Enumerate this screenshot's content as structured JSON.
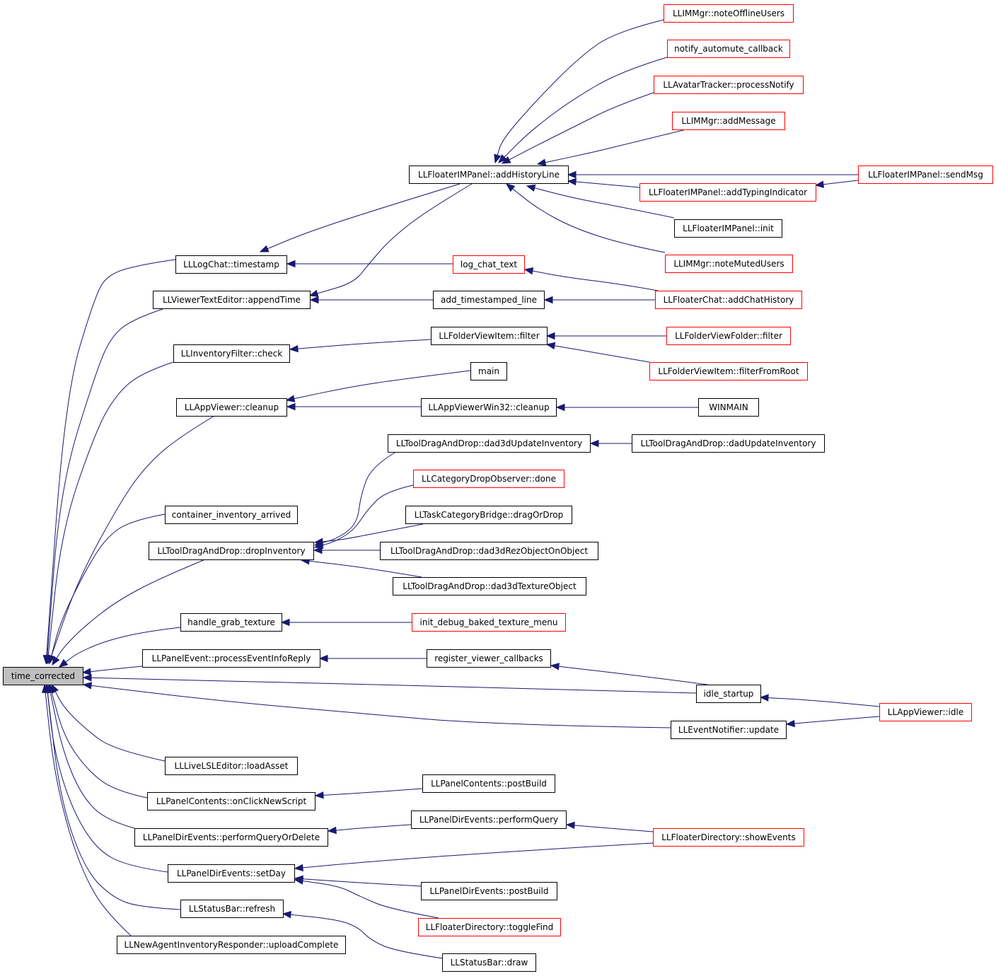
{
  "colors": {
    "edge": "#191970",
    "root_fill": "#bfbfbf",
    "node_fill": "#ffffff",
    "border_complete": "#000000",
    "border_truncated": "#ff0000"
  },
  "nodes": [
    {
      "id": "time_corrected",
      "label": "time_corrected",
      "style": "root"
    },
    {
      "id": "LLLogChat_timestamp",
      "label": "LLLogChat::timestamp",
      "style": "normal"
    },
    {
      "id": "LLViewerTextEditor_appendTime",
      "label": "LLViewerTextEditor::appendTime",
      "style": "normal"
    },
    {
      "id": "LLInventoryFilter_check",
      "label": "LLInventoryFilter::check",
      "style": "normal"
    },
    {
      "id": "LLAppViewer_cleanup",
      "label": "LLAppViewer::cleanup",
      "style": "normal"
    },
    {
      "id": "container_inventory_arrived",
      "label": "container_inventory_arrived",
      "style": "normal"
    },
    {
      "id": "LLToolDragAndDrop_dropInventory",
      "label": "LLToolDragAndDrop::dropInventory",
      "style": "normal"
    },
    {
      "id": "handle_grab_texture",
      "label": "handle_grab_texture",
      "style": "normal"
    },
    {
      "id": "LLPanelEvent_processEventInfoReply",
      "label": "LLPanelEvent::processEventInfoReply",
      "style": "normal"
    },
    {
      "id": "LLLiveLSLEditor_loadAsset",
      "label": "LLLiveLSLEditor::loadAsset",
      "style": "normal"
    },
    {
      "id": "LLPanelContents_onClickNewScript",
      "label": "LLPanelContents::onClickNewScript",
      "style": "normal"
    },
    {
      "id": "LLPanelDirEvents_performQueryOrDelete",
      "label": "LLPanelDirEvents::performQueryOrDelete",
      "style": "normal"
    },
    {
      "id": "LLPanelDirEvents_setDay",
      "label": "LLPanelDirEvents::setDay",
      "style": "normal"
    },
    {
      "id": "LLStatusBar_refresh",
      "label": "LLStatusBar::refresh",
      "style": "normal"
    },
    {
      "id": "LLNewAgentInventoryResponder_uploadComplete",
      "label": "LLNewAgentInventoryResponder::uploadComplete",
      "style": "normal"
    },
    {
      "id": "LLFloaterIMPanel_addHistoryLine",
      "label": "LLFloaterIMPanel::addHistoryLine",
      "style": "normal"
    },
    {
      "id": "log_chat_text",
      "label": "log_chat_text",
      "style": "truncated"
    },
    {
      "id": "add_timestamped_line",
      "label": "add_timestamped_line",
      "style": "normal"
    },
    {
      "id": "LLFolderViewItem_filter",
      "label": "LLFolderViewItem::filter",
      "style": "normal"
    },
    {
      "id": "main",
      "label": "main",
      "style": "normal"
    },
    {
      "id": "LLAppViewerWin32_cleanup",
      "label": "LLAppViewerWin32::cleanup",
      "style": "normal"
    },
    {
      "id": "LLToolDragAndDrop_dad3dUpdateInventory",
      "label": "LLToolDragAndDrop::dad3dUpdateInventory",
      "style": "normal"
    },
    {
      "id": "LLCategoryDropObserver_done",
      "label": "LLCategoryDropObserver::done",
      "style": "truncated"
    },
    {
      "id": "LLTaskCategoryBridge_dragOrDrop",
      "label": "LLTaskCategoryBridge::dragOrDrop",
      "style": "normal"
    },
    {
      "id": "LLToolDragAndDrop_dad3dRezObjectOnObject",
      "label": "LLToolDragAndDrop::dad3dRezObjectOnObject",
      "style": "normal"
    },
    {
      "id": "LLToolDragAndDrop_dad3dTextureObject",
      "label": "LLToolDragAndDrop::dad3dTextureObject",
      "style": "normal"
    },
    {
      "id": "init_debug_baked_texture_menu",
      "label": "init_debug_baked_texture_menu",
      "style": "truncated"
    },
    {
      "id": "register_viewer_callbacks",
      "label": "register_viewer_callbacks",
      "style": "normal"
    },
    {
      "id": "LLPanelContents_postBuild",
      "label": "LLPanelContents::postBuild",
      "style": "normal"
    },
    {
      "id": "LLPanelDirEvents_performQuery",
      "label": "LLPanelDirEvents::performQuery",
      "style": "normal"
    },
    {
      "id": "LLPanelDirEvents_postBuild",
      "label": "LLPanelDirEvents::postBuild",
      "style": "normal"
    },
    {
      "id": "LLFloaterDirectory_toggleFind",
      "label": "LLFloaterDirectory::toggleFind",
      "style": "truncated"
    },
    {
      "id": "LLStatusBar_draw",
      "label": "LLStatusBar::draw",
      "style": "normal"
    },
    {
      "id": "LLIMMgr_noteOfflineUsers",
      "label": "LLIMMgr::noteOfflineUsers",
      "style": "truncated"
    },
    {
      "id": "notify_automute_callback",
      "label": "notify_automute_callback",
      "style": "truncated"
    },
    {
      "id": "LLAvatarTracker_processNotify",
      "label": "LLAvatarTracker::processNotify",
      "style": "truncated"
    },
    {
      "id": "LLIMMgr_addMessage",
      "label": "LLIMMgr::addMessage",
      "style": "truncated"
    },
    {
      "id": "LLFloaterIMPanel_addTypingIndicator",
      "label": "LLFloaterIMPanel::addTypingIndicator",
      "style": "truncated"
    },
    {
      "id": "LLFloaterIMPanel_init",
      "label": "LLFloaterIMPanel::init",
      "style": "normal"
    },
    {
      "id": "LLIMMgr_noteMutedUsers",
      "label": "LLIMMgr::noteMutedUsers",
      "style": "truncated"
    },
    {
      "id": "LLFloaterChat_addChatHistory",
      "label": "LLFloaterChat::addChatHistory",
      "style": "truncated"
    },
    {
      "id": "LLFolderViewFolder_filter",
      "label": "LLFolderViewFolder::filter",
      "style": "truncated"
    },
    {
      "id": "LLFolderViewItem_filterFromRoot",
      "label": "LLFolderViewItem::filterFromRoot",
      "style": "truncated"
    },
    {
      "id": "WINMAIN",
      "label": "WINMAIN",
      "style": "normal"
    },
    {
      "id": "LLToolDragAndDrop_dadUpdateInventory",
      "label": "LLToolDragAndDrop::dadUpdateInventory",
      "style": "normal"
    },
    {
      "id": "idle_startup",
      "label": "idle_startup",
      "style": "normal"
    },
    {
      "id": "LLEventNotifier_update",
      "label": "LLEventNotifier::update",
      "style": "normal"
    },
    {
      "id": "LLFloaterDirectory_showEvents",
      "label": "LLFloaterDirectory::showEvents",
      "style": "truncated"
    },
    {
      "id": "LLFloaterIMPanel_sendMsg",
      "label": "LLFloaterIMPanel::sendMsg",
      "style": "truncated"
    },
    {
      "id": "LLAppViewer_idle",
      "label": "LLAppViewer::idle",
      "style": "truncated"
    }
  ],
  "edges": [
    {
      "from": "LLLogChat_timestamp",
      "to": "time_corrected"
    },
    {
      "from": "LLViewerTextEditor_appendTime",
      "to": "time_corrected"
    },
    {
      "from": "LLInventoryFilter_check",
      "to": "time_corrected"
    },
    {
      "from": "LLAppViewer_cleanup",
      "to": "time_corrected"
    },
    {
      "from": "container_inventory_arrived",
      "to": "time_corrected"
    },
    {
      "from": "LLToolDragAndDrop_dropInventory",
      "to": "time_corrected"
    },
    {
      "from": "handle_grab_texture",
      "to": "time_corrected"
    },
    {
      "from": "LLPanelEvent_processEventInfoReply",
      "to": "time_corrected"
    },
    {
      "from": "idle_startup",
      "to": "time_corrected"
    },
    {
      "from": "LLEventNotifier_update",
      "to": "time_corrected"
    },
    {
      "from": "LLLiveLSLEditor_loadAsset",
      "to": "time_corrected"
    },
    {
      "from": "LLPanelContents_onClickNewScript",
      "to": "time_corrected"
    },
    {
      "from": "LLPanelDirEvents_performQueryOrDelete",
      "to": "time_corrected"
    },
    {
      "from": "LLPanelDirEvents_setDay",
      "to": "time_corrected"
    },
    {
      "from": "LLStatusBar_refresh",
      "to": "time_corrected"
    },
    {
      "from": "LLNewAgentInventoryResponder_uploadComplete",
      "to": "time_corrected"
    },
    {
      "from": "LLFloaterIMPanel_addHistoryLine",
      "to": "LLLogChat_timestamp"
    },
    {
      "from": "log_chat_text",
      "to": "LLLogChat_timestamp"
    },
    {
      "from": "LLFloaterIMPanel_addHistoryLine",
      "to": "LLViewerTextEditor_appendTime"
    },
    {
      "from": "add_timestamped_line",
      "to": "LLViewerTextEditor_appendTime"
    },
    {
      "from": "LLFolderViewItem_filter",
      "to": "LLInventoryFilter_check"
    },
    {
      "from": "main",
      "to": "LLAppViewer_cleanup"
    },
    {
      "from": "LLAppViewerWin32_cleanup",
      "to": "LLAppViewer_cleanup"
    },
    {
      "from": "LLToolDragAndDrop_dad3dUpdateInventory",
      "to": "LLToolDragAndDrop_dropInventory"
    },
    {
      "from": "LLCategoryDropObserver_done",
      "to": "LLToolDragAndDrop_dropInventory"
    },
    {
      "from": "LLTaskCategoryBridge_dragOrDrop",
      "to": "LLToolDragAndDrop_dropInventory"
    },
    {
      "from": "LLToolDragAndDrop_dad3dRezObjectOnObject",
      "to": "LLToolDragAndDrop_dropInventory"
    },
    {
      "from": "LLToolDragAndDrop_dad3dTextureObject",
      "to": "LLToolDragAndDrop_dropInventory"
    },
    {
      "from": "init_debug_baked_texture_menu",
      "to": "handle_grab_texture"
    },
    {
      "from": "register_viewer_callbacks",
      "to": "LLPanelEvent_processEventInfoReply"
    },
    {
      "from": "LLPanelContents_postBuild",
      "to": "LLPanelContents_onClickNewScript"
    },
    {
      "from": "LLPanelDirEvents_performQuery",
      "to": "LLPanelDirEvents_performQueryOrDelete"
    },
    {
      "from": "LLFloaterDirectory_showEvents",
      "to": "LLPanelDirEvents_setDay"
    },
    {
      "from": "LLPanelDirEvents_postBuild",
      "to": "LLPanelDirEvents_setDay"
    },
    {
      "from": "LLFloaterDirectory_toggleFind",
      "to": "LLPanelDirEvents_setDay"
    },
    {
      "from": "LLStatusBar_draw",
      "to": "LLStatusBar_refresh"
    },
    {
      "from": "LLIMMgr_noteOfflineUsers",
      "to": "LLFloaterIMPanel_addHistoryLine"
    },
    {
      "from": "notify_automute_callback",
      "to": "LLFloaterIMPanel_addHistoryLine"
    },
    {
      "from": "LLAvatarTracker_processNotify",
      "to": "LLFloaterIMPanel_addHistoryLine"
    },
    {
      "from": "LLIMMgr_addMessage",
      "to": "LLFloaterIMPanel_addHistoryLine"
    },
    {
      "from": "LLFloaterIMPanel_sendMsg",
      "to": "LLFloaterIMPanel_addHistoryLine"
    },
    {
      "from": "LLFloaterIMPanel_addTypingIndicator",
      "to": "LLFloaterIMPanel_addHistoryLine"
    },
    {
      "from": "LLFloaterIMPanel_init",
      "to": "LLFloaterIMPanel_addHistoryLine"
    },
    {
      "from": "LLIMMgr_noteMutedUsers",
      "to": "LLFloaterIMPanel_addHistoryLine"
    },
    {
      "from": "LLFloaterChat_addChatHistory",
      "to": "log_chat_text"
    },
    {
      "from": "LLFloaterChat_addChatHistory",
      "to": "add_timestamped_line"
    },
    {
      "from": "LLFolderViewFolder_filter",
      "to": "LLFolderViewItem_filter"
    },
    {
      "from": "LLFolderViewItem_filterFromRoot",
      "to": "LLFolderViewItem_filter"
    },
    {
      "from": "WINMAIN",
      "to": "LLAppViewerWin32_cleanup"
    },
    {
      "from": "LLToolDragAndDrop_dadUpdateInventory",
      "to": "LLToolDragAndDrop_dad3dUpdateInventory"
    },
    {
      "from": "idle_startup",
      "to": "register_viewer_callbacks"
    },
    {
      "from": "LLAppViewer_idle",
      "to": "idle_startup"
    },
    {
      "from": "LLAppViewer_idle",
      "to": "LLEventNotifier_update"
    },
    {
      "from": "LLFloaterDirectory_showEvents",
      "to": "LLPanelDirEvents_performQuery"
    },
    {
      "from": "LLFloaterIMPanel_sendMsg",
      "to": "LLFloaterIMPanel_addTypingIndicator"
    }
  ]
}
